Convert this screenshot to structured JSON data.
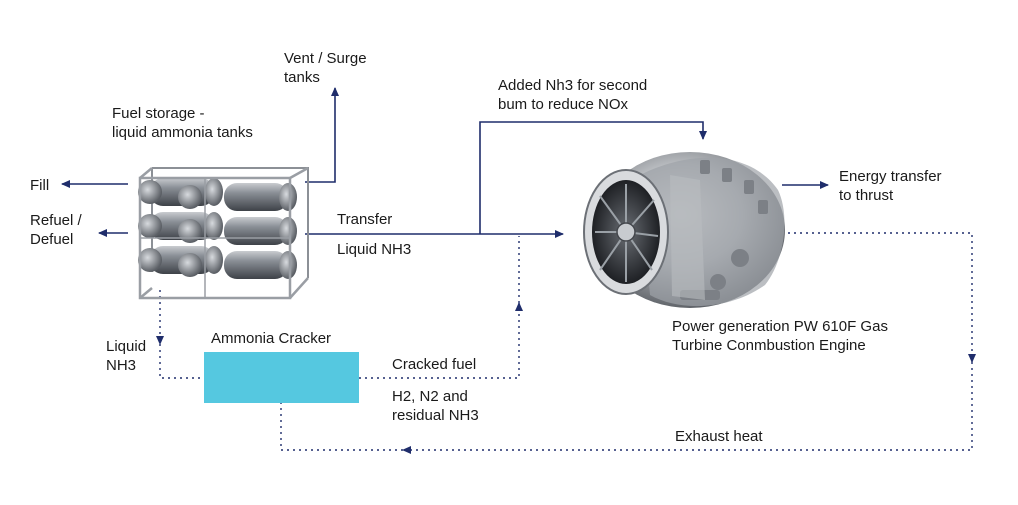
{
  "labels": {
    "vent_surge": "Vent / Surge\ntanks",
    "fuel_storage": "Fuel storage -\nliquid ammonia tanks",
    "fill": "Fill",
    "refuel_defuel": "Refuel /\nDefuel",
    "transfer": "Transfer",
    "liquid_nh3_transfer": "Liquid NH3",
    "added_nh3": "Added Nh3 for second\nbum to reduce NOx",
    "energy_transfer": "Energy transfer\nto thrust",
    "power_generation": "Power generation PW 610F Gas\nTurbine Conmbustion Engine",
    "liquid_nh3_cracker": "Liquid\nNH3",
    "ammonia_cracker": "Ammonia Cracker",
    "cracked_fuel": "Cracked fuel",
    "h2_n2_residual": "H2, N2 and\nresidual NH3",
    "exhaust_heat": "Exhaust heat"
  },
  "colors": {
    "arrow": "#1f2d6b",
    "cracker_box": "#55c8e0",
    "text": "#1a1a1a"
  },
  "icons": {
    "tank_rack": "ammonia-tank-rack-icon",
    "engine": "gas-turbine-engine-icon"
  }
}
